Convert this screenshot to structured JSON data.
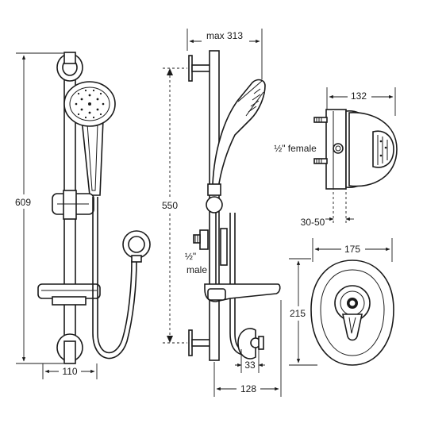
{
  "dimensions": {
    "height_609": "609",
    "width_110": "110",
    "max_313": "max 313",
    "rail_550": "550",
    "male_fraction": "½\"",
    "male_label": "male",
    "depth_33": "33",
    "depth_128": "128",
    "valve_132": "132",
    "female_label": "½\" female",
    "range_30_50": "30-50",
    "plate_175": "175",
    "plate_215": "215"
  },
  "colors": {
    "line": "#1a1a1a",
    "background": "#ffffff"
  },
  "icons": {
    "arrowhead": "arrowhead-icon"
  }
}
